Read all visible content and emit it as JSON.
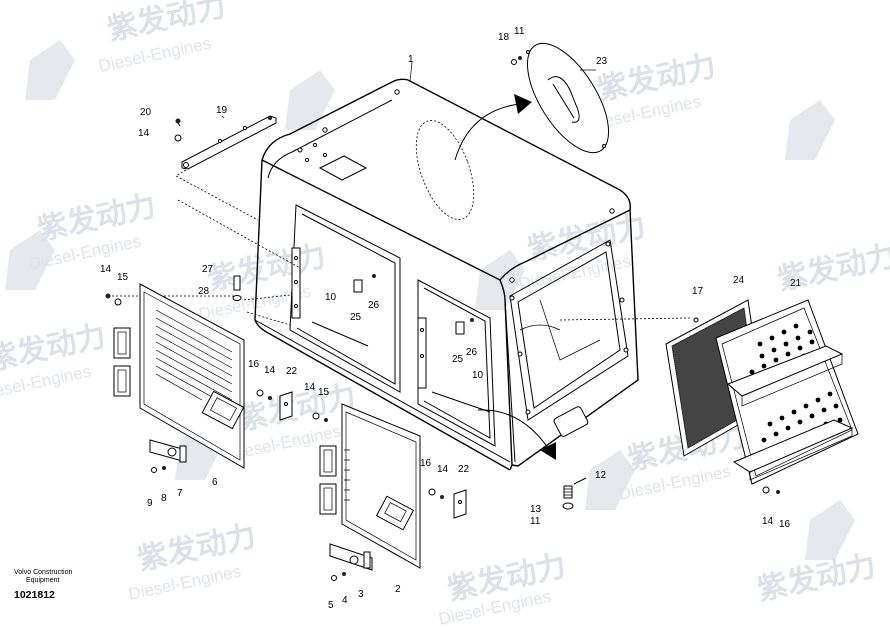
{
  "watermark": {
    "brand_cn": "紫发动力",
    "brand_en": "Diesel-Engines"
  },
  "caption": {
    "line1": "Volvo Construction",
    "line2": "Equipment",
    "code": "1021812"
  },
  "callouts": {
    "c1": "1",
    "c2a": "2",
    "c3": "3",
    "c4": "4",
    "c5": "5",
    "c6": "6",
    "c7": "7",
    "c8": "8",
    "c9": "9",
    "c10a": "10",
    "c10b": "10",
    "c11a": "11",
    "c11b": "11",
    "c12": "12",
    "c13": "13",
    "c14a": "14",
    "c14b": "14",
    "c14c": "14",
    "c14d": "14",
    "c14e": "14",
    "c14f": "14",
    "c15a": "15",
    "c15b": "15",
    "c16a": "16",
    "c16b": "16",
    "c16c": "16",
    "c17": "17",
    "c18": "18",
    "c19": "19",
    "c20": "20",
    "c21": "21",
    "c22a": "22",
    "c22b": "22",
    "c23": "23",
    "c24": "24",
    "c25a": "25",
    "c25b": "25",
    "c26a": "26",
    "c26b": "26",
    "c27": "27",
    "c28": "28"
  }
}
